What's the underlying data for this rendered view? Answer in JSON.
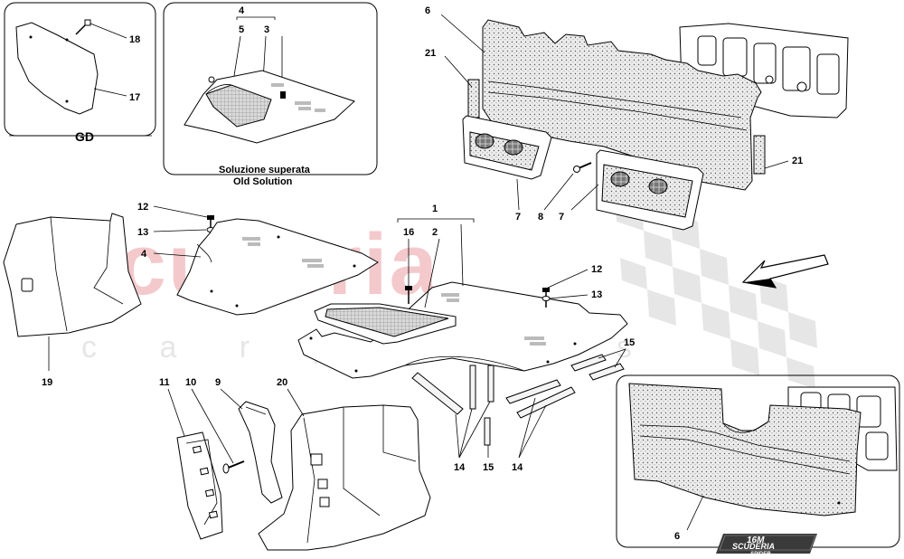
{
  "watermark": {
    "brand": "scuderia",
    "sub": "c a r p a r t s"
  },
  "insets": {
    "gd": {
      "caption": "GD",
      "labels": {
        "p18": "18",
        "p17": "17"
      }
    },
    "old_solution": {
      "caption_it": "Soluzione superata",
      "caption_en": "Old Solution",
      "labels": {
        "p4": "4",
        "p5": "5",
        "p3": "3"
      }
    }
  },
  "callouts": {
    "c6_top": "6",
    "c21_left": "21",
    "c21_right": "21",
    "c7_left": "7",
    "c8": "8",
    "c7_right": "7",
    "c12_left": "12",
    "c13_left": "13",
    "c4_mid": "4",
    "c19": "19",
    "c1": "1",
    "c16": "16",
    "c2": "2",
    "c12_right": "12",
    "c13_right": "13",
    "c15_right": "15",
    "c11": "11",
    "c10": "10",
    "c9": "9",
    "c20": "20",
    "c14_a": "14",
    "c15_bottom": "15",
    "c14_b": "14",
    "c6_bottom": "6"
  },
  "logo": {
    "line1": "16M",
    "line2": "SCUDERIA",
    "line3": "SPIDER"
  },
  "colors": {
    "watermark": "#f3c9cc",
    "line": "#000000",
    "fill": "#ffffff"
  }
}
